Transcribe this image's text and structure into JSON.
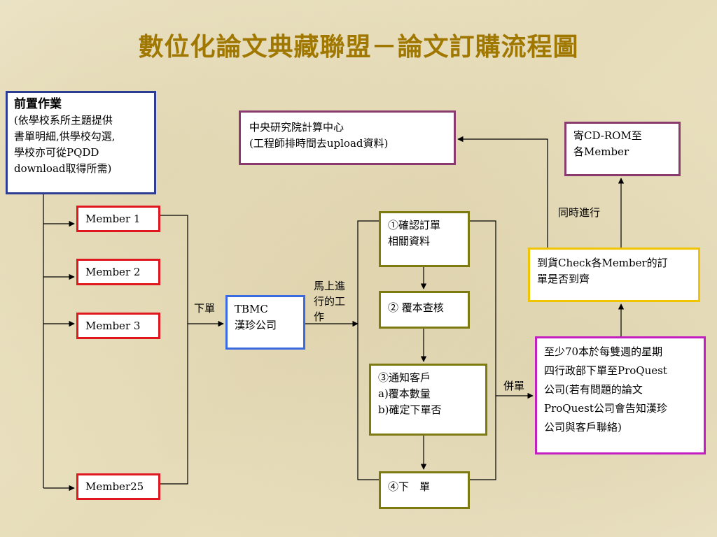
{
  "title": "數位化論文典藏聯盟－論文訂購流程圖",
  "prep": {
    "heading": "前置作業",
    "lines": [
      "(依學校系所主題提供",
      "書單明細,供學校勾選,",
      "學校亦可從PQDD",
      "download取得所需)"
    ]
  },
  "members": [
    "Member 1",
    "Member 2",
    "Member 3",
    "Member25"
  ],
  "label_order": "下單",
  "tbmc": {
    "line1": "TBMC",
    "line2": "漢珍公司"
  },
  "label_immediate": [
    "馬上進",
    "行的工",
    "作"
  ],
  "steps": {
    "s1": [
      "①確認訂單",
      "相關資料"
    ],
    "s2": [
      "② 覆本查核"
    ],
    "s3": [
      "③通知客戶",
      "a)覆本數量",
      "b)確定下單否"
    ],
    "s4": [
      "④下　單"
    ]
  },
  "label_merge": "併單",
  "order_box": [
    "至少70本於每雙週的星期",
    "四行政部下單至ProQuest",
    "公司(若有問題的論文",
    "ProQuest公司會告知漢珍",
    "公司與客戶聯絡)"
  ],
  "check_box": [
    "到貨Check各Member的訂",
    "單是否到齊"
  ],
  "label_simultaneous": "同時進行",
  "cd_box": [
    "寄CD-ROM至",
    "各Member"
  ],
  "center_box": [
    "中央研究院計算中心",
    "(工程師排時間去upload資料)"
  ],
  "colors": {
    "title": "#a07800",
    "prep_border": "#2c3d93",
    "member_border": "#e0171f",
    "tbmc_border": "#3b69e0",
    "step_border": "#7e7a12",
    "check_border": "#f0c400",
    "order_border": "#c21ec2",
    "center_border": "#8a3a6e"
  }
}
